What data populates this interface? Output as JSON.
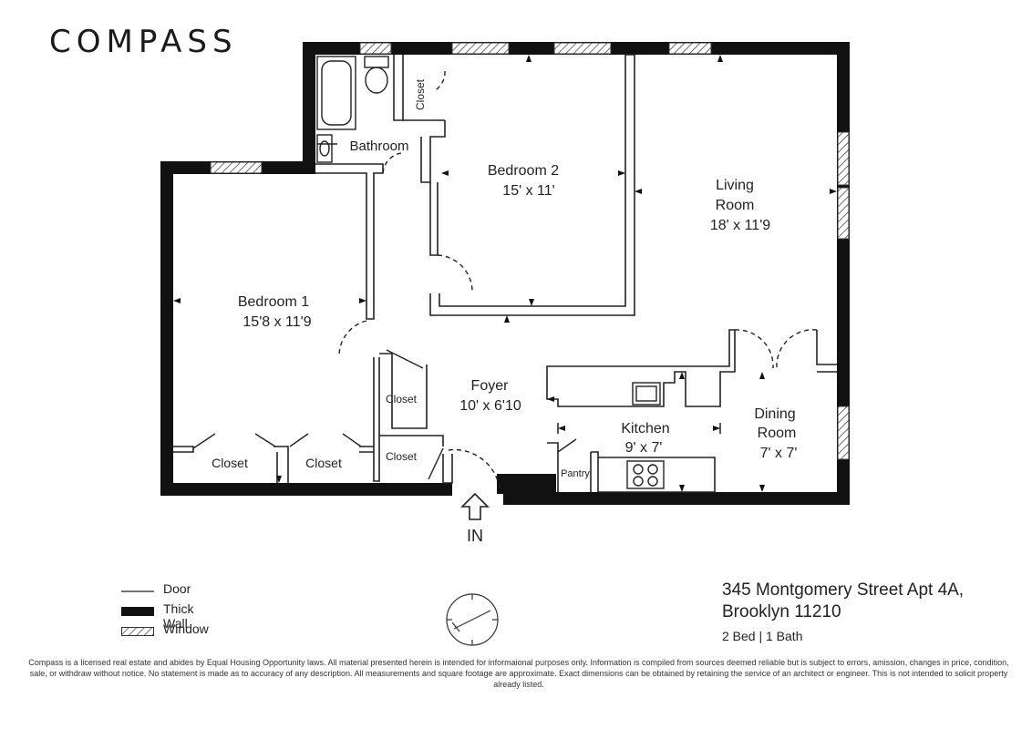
{
  "brand": {
    "logo_text": "COMPASS"
  },
  "rooms": {
    "bathroom": {
      "name": "Bathroom"
    },
    "bedroom2": {
      "name": "Bedroom 2",
      "size": "15' x 11'"
    },
    "living": {
      "name_line1": "Living",
      "name_line2": "Room",
      "size": "18' x 11'9"
    },
    "bedroom1": {
      "name": "Bedroom 1",
      "size": "15'8 x 11'9"
    },
    "foyer": {
      "name": "Foyer",
      "size": "10' x 6'10"
    },
    "kitchen": {
      "name": "Kitchen",
      "size": "9' x 7'"
    },
    "dining": {
      "name_line1": "Dining",
      "name_line2": "Room",
      "size": "7' x 7'"
    },
    "closet_label": "Closet",
    "pantry": "Pantry"
  },
  "entry": {
    "label": "IN"
  },
  "legend": [
    {
      "label": "Door",
      "kind": "door"
    },
    {
      "label": "Thick Wall",
      "kind": "thick-wall"
    },
    {
      "label": "Window",
      "kind": "window"
    }
  ],
  "address": {
    "line1": "345 Montgomery Street Apt 4A,",
    "line2": "Brooklyn 11210",
    "summary": "2 Bed | 1 Bath"
  },
  "compass_icon": "north-compass-icon",
  "disclaimer": "Compass is a licensed real estate and abides by Equal Housing Opportunity laws. All material presented herein is intended for informaional purposes only. Information is compiled from sources deemed reliable but is subject to errors, amission, changes in price, condition, sale, or withdraw without notice. No statement is made as to accuracy of any description. All measurements and square footage are approximate. Exact dimensions can be obtained by retaining the service of an architect or engineer. This is not intended to solicit property already listed.",
  "colors": {
    "wall": "#111111",
    "ink": "#222222",
    "background": "#ffffff"
  }
}
